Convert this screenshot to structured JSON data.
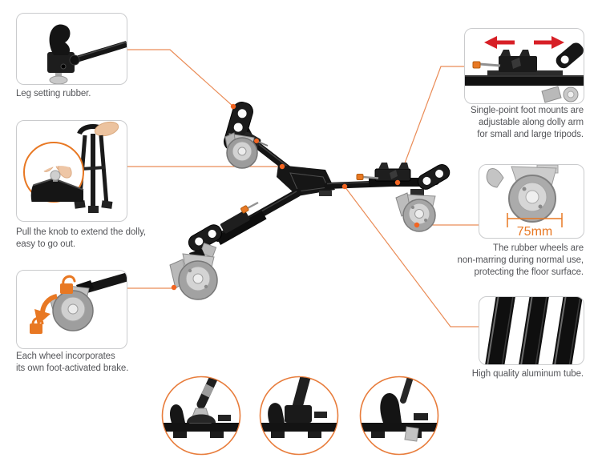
{
  "page": {
    "background": "#ffffff"
  },
  "colors": {
    "accent_orange": "#E87823",
    "connector_orange": "#EA8C57",
    "dot_orange": "#F26522",
    "arrow_red": "#D71F26",
    "caption_gray": "#55565A",
    "box_border": "#CACBCD"
  },
  "callouts": {
    "leg_rubber": {
      "lines": [
        "Leg setting rubber."
      ]
    },
    "pull_knob": {
      "lines": [
        "Pull the knob to extend the dolly,",
        "easy to go out."
      ]
    },
    "wheel_brake": {
      "lines": [
        "Each wheel incorporates",
        "its own foot-activated brake."
      ]
    },
    "foot_mounts": {
      "lines": [
        "Single-point foot mounts are",
        "adjustable along dolly arm",
        "for small and large tripods."
      ]
    },
    "rubber_wheels": {
      "lines": [
        "The rubber wheels are",
        "non-marring during normal use,",
        "protecting the floor surface."
      ],
      "measurement": "75mm"
    },
    "aluminum_tube": {
      "lines": [
        "High quality aluminum tube."
      ]
    }
  }
}
